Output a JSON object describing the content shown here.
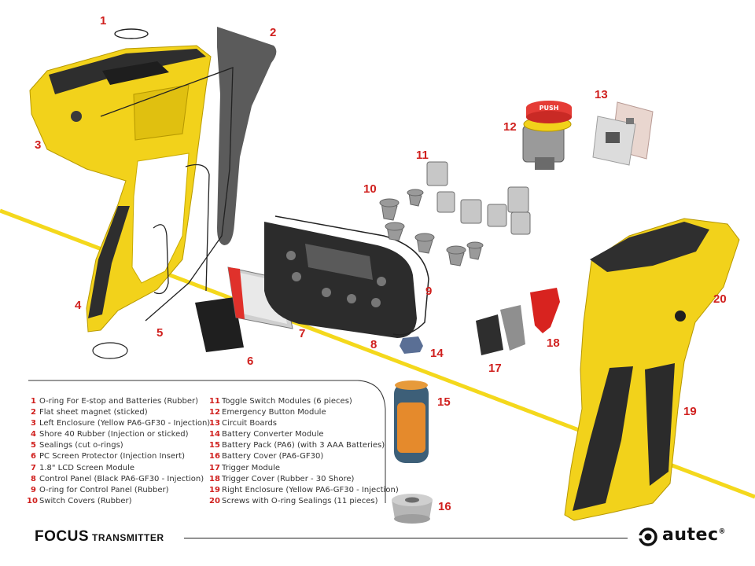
{
  "title": "FOCUS",
  "subtitle": "TRANSMITTER",
  "brand": "autec",
  "brand_mark": "®",
  "colors": {
    "accent_red": "#d0201e",
    "yellow": "#f2d21b",
    "rubber": "#2b2b2b"
  },
  "parts": [
    {
      "num": "1",
      "label": "O-ring For E-stop and Batteries (Rubber)"
    },
    {
      "num": "2",
      "label": "Flat sheet magnet (sticked)"
    },
    {
      "num": "3",
      "label": "Left Enclosure (Yellow PA6-GF30 - Injection)"
    },
    {
      "num": "4",
      "label": "Shore 40 Rubber (Injection or sticked)"
    },
    {
      "num": "5",
      "label": "Sealings (cut o-rings)"
    },
    {
      "num": "6",
      "label": "PC Screen Protector (Injection Insert)"
    },
    {
      "num": "7",
      "label": "1.8\" LCD Screen Module"
    },
    {
      "num": "8",
      "label": "Control Panel (Black PA6-GF30 - Injection)"
    },
    {
      "num": "9",
      "label": "O-ring for Control Panel (Rubber)"
    },
    {
      "num": "10",
      "label": "Switch Covers (Rubber)"
    },
    {
      "num": "11",
      "label": "Toggle Switch Modules (6 pieces)"
    },
    {
      "num": "12",
      "label": "Emergency Button Module"
    },
    {
      "num": "13",
      "label": "Circuit Boards"
    },
    {
      "num": "14",
      "label": "Battery Converter Module"
    },
    {
      "num": "15",
      "label": "Battery Pack (PA6) (with 3 AAA Batteries)"
    },
    {
      "num": "16",
      "label": "Battery Cover (PA6-GF30)"
    },
    {
      "num": "17",
      "label": "Trigger Module"
    },
    {
      "num": "18",
      "label": "Trigger Cover (Rubber - 30 Shore)"
    },
    {
      "num": "19",
      "label": "Right Enclosure (Yellow PA6-GF30 - Injection)"
    },
    {
      "num": "20",
      "label": "Screws with O-ring Sealings (11 pieces)"
    }
  ],
  "estop_text": "PUSH"
}
